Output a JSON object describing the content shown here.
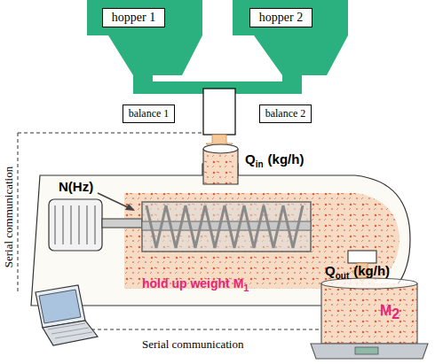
{
  "diagram": {
    "nodes": [
      {
        "text": [
          "hopper 1"
        ]
      },
      {
        "text": [
          "hopper 2"
        ]
      },
      {
        "text": [
          "balance 1"
        ]
      },
      {
        "text": [
          "balance 2"
        ]
      }
    ],
    "labels": [
      "N(Hz)",
      "Q",
      "in",
      "(kg/h)",
      "hold up weight M",
      "1",
      "Q",
      "out",
      "(kg/h)",
      "M",
      "2",
      "Serial communication",
      "Serial communication"
    ]
  }
}
